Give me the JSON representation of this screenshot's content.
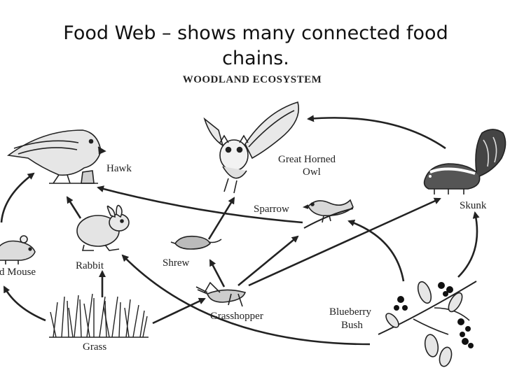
{
  "slide": {
    "title": "Food Web – shows many connected food chains.",
    "subtitle": "WOODLAND ECOSYSTEM"
  },
  "organisms": {
    "hawk": "Hawk",
    "owl_line1": "Great Horned",
    "owl_line2": "Owl",
    "sparrow": "Sparrow",
    "skunk": "Skunk",
    "mouse": "d Mouse",
    "rabbit": "Rabbit",
    "shrew": "Shrew",
    "grass": "Grass",
    "grasshopper": "Grasshopper",
    "blueberry_line1": "Blueberry",
    "blueberry_line2": "Bush"
  },
  "colors": {
    "ink": "#222222",
    "background": "#ffffff"
  }
}
